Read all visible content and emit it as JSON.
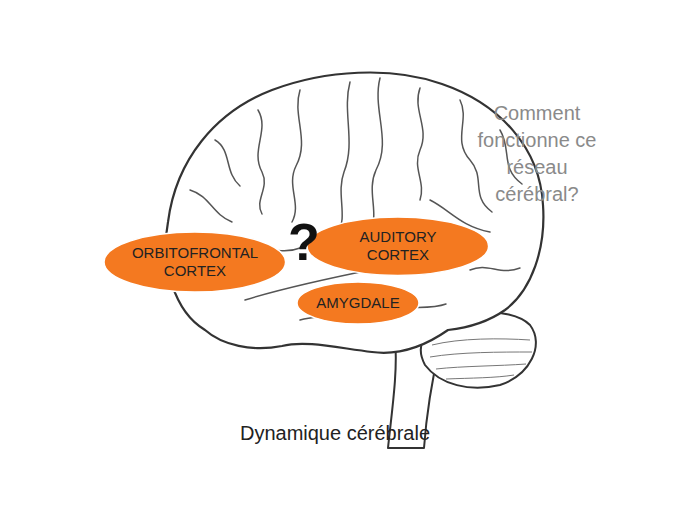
{
  "diagram": {
    "caption": "Dynamique cérébrale",
    "nodes": [
      {
        "text": [
          "ORBITOFRONTAL CORTEX"
        ]
      },
      {
        "text": [
          "AUDITORY CORTEX"
        ]
      },
      {
        "text": [
          "AMYGDALE"
        ]
      }
    ],
    "labels": [
      "?",
      "Comment fonctionne ce réseau cérébral?"
    ]
  }
}
